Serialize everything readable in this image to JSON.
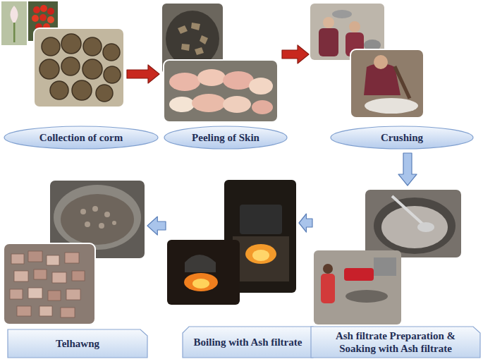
{
  "diagram": {
    "nodes": [
      {
        "text": [
          "Collection of corm"
        ]
      },
      {
        "text": [
          "Peeling of Skin"
        ]
      },
      {
        "text": [
          "Crushing"
        ]
      },
      {
        "text": [
          "Telhawng"
        ]
      },
      {
        "text": [
          "Boiling with Ash filtrate"
        ]
      },
      {
        "text": [
          "Ash filtrate Preparation & Soaking with Ash filtrate"
        ]
      }
    ],
    "edges": [
      {
        "from": 0,
        "to": 1,
        "arrow": "to"
      },
      {
        "from": 1,
        "to": 2,
        "arrow": "to"
      },
      {
        "from": 2,
        "to": 5,
        "arrow": "to"
      },
      {
        "from": 5,
        "to": 4,
        "arrow": "to"
      },
      {
        "from": 4,
        "to": 3,
        "arrow": "to"
      }
    ]
  }
}
